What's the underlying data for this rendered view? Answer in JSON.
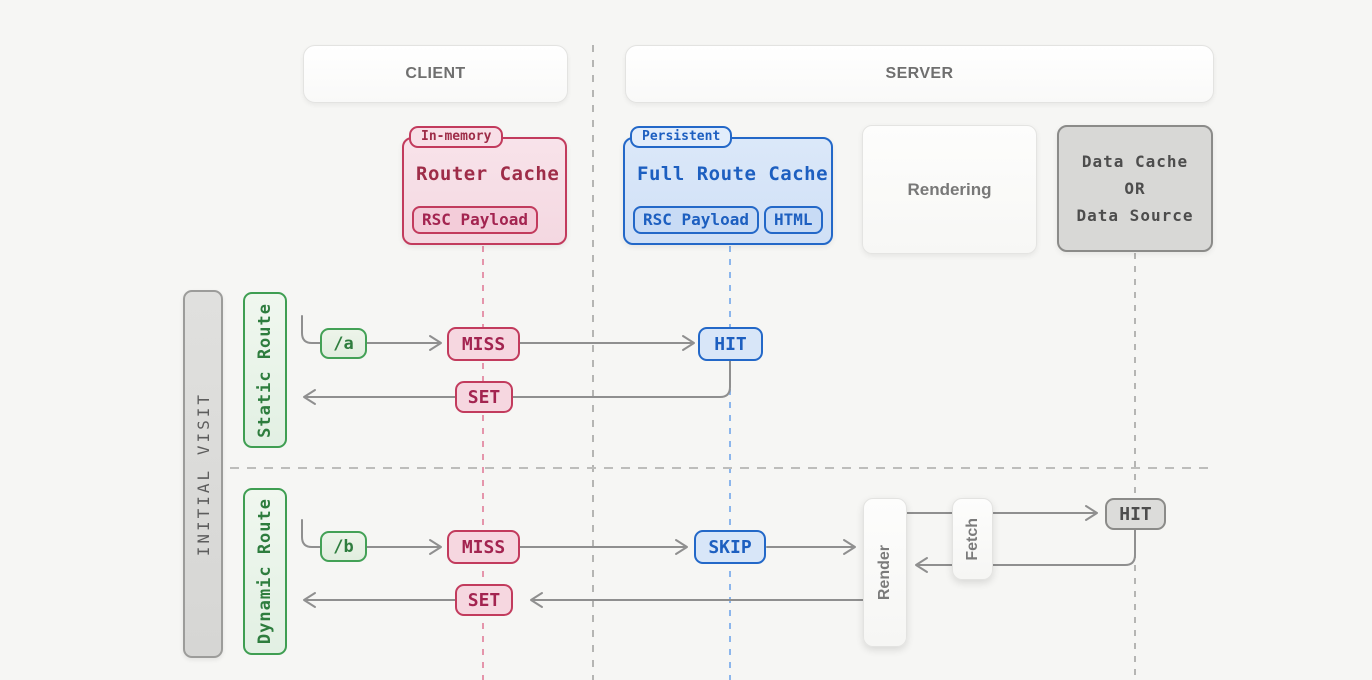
{
  "header": {
    "client": "CLIENT",
    "server": "SERVER"
  },
  "router_cache": {
    "tag": "In-memory",
    "title": "Router Cache",
    "chip1": "RSC Payload"
  },
  "full_route_cache": {
    "tag": "Persistent",
    "title": "Full Route Cache",
    "chip1": "RSC Payload",
    "chip2": "HTML"
  },
  "rendering": {
    "title": "Rendering"
  },
  "data_cache": {
    "line1": "Data Cache",
    "line2": "OR",
    "line3": "Data Source"
  },
  "sidebar": {
    "visit_label": "INITIAL VISIT",
    "static_label": "Static Route",
    "dynamic_label": "Dynamic Route"
  },
  "static_row": {
    "route": "/a",
    "router_status": "MISS",
    "full_route_status": "HIT",
    "set": "SET"
  },
  "dynamic_row": {
    "route": "/b",
    "router_status": "MISS",
    "full_route_status": "SKIP",
    "render": "Render",
    "fetch": "Fetch",
    "data_status": "HIT",
    "set": "SET"
  },
  "colors": {
    "accent_pink": "#c23b5d",
    "accent_blue": "#2368c8",
    "accent_green": "#3f9e52",
    "line_gray": "#8f8f8f",
    "dash_pink": "#e595ab",
    "dash_blue": "#8cb6ec",
    "dash_gray": "#b5b5b3"
  }
}
